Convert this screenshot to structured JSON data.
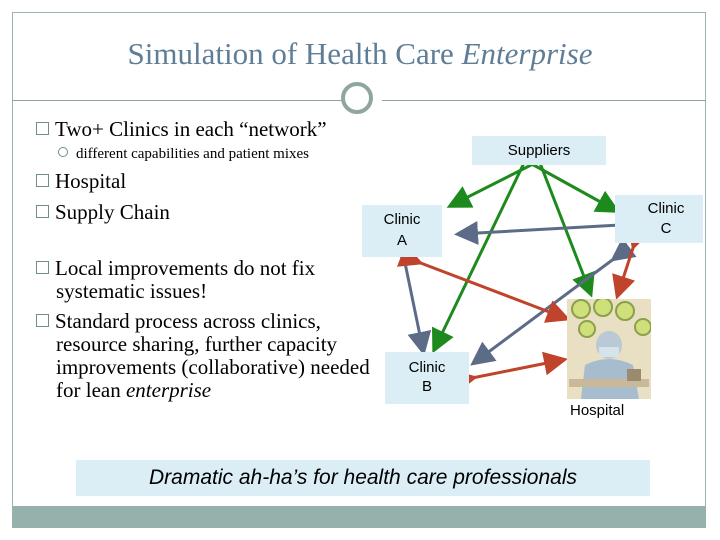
{
  "title": {
    "main": "Simulation of Health Care ",
    "emphasis": "Enterprise"
  },
  "bullets": {
    "b1": "Two+ Clinics in each “network”",
    "b1_sub": "different capabilities and patient mixes",
    "b2": "Hospital",
    "b3": "Supply Chain",
    "b4": "Local improvements do not fix systematic issues!",
    "b5_main": "Standard process across clinics, resource sharing, further capacity improvements (collaborative) needed for lean ",
    "b5_emph": "enterprise"
  },
  "diagram": {
    "suppliers": "Suppliers",
    "clinic_a_line1": "Clinic",
    "clinic_a_line2": "A",
    "clinic_b_line1": "Clinic",
    "clinic_b_line2": "B",
    "clinic_c_line1": "Clinic",
    "clinic_c_line2": "C",
    "hospital": "Hospital",
    "colors": {
      "supply": "#1e8a1e",
      "clinic_link": "#5c6b86",
      "hospital_link": "#c0432b",
      "node_fill": "#dbeef5"
    }
  },
  "banner": "Dramatic ah-ha’s for health care professionals"
}
